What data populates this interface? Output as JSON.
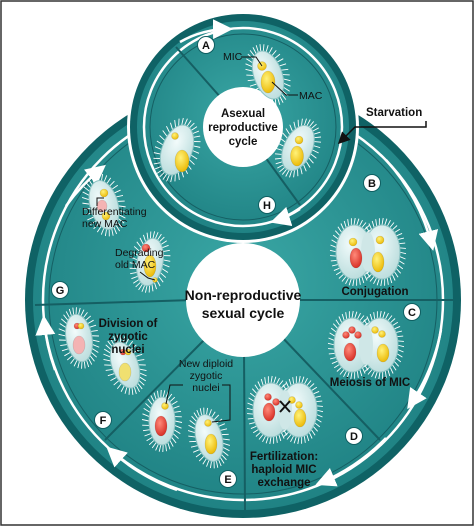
{
  "top_cycle": {
    "line1": "Asexual",
    "line2": "reproductive",
    "line3": "cycle"
  },
  "bottom_cycle": {
    "line1": "Non-reproductive",
    "line2": "sexual cycle"
  },
  "labels": {
    "starvation": "Starvation",
    "mic": "MIC",
    "mac": "MAC",
    "differentiating_1": "Differentiating",
    "differentiating_2": "new MAC",
    "degrading_1": "Degrading",
    "degrading_2": "old MAC",
    "conjugation": "Conjugation",
    "division_1": "Division of",
    "division_2": "zygotic",
    "division_3": "nuclei",
    "new_diploid_1": "New diploid",
    "new_diploid_2": "zygotic",
    "new_diploid_3": "nuclei",
    "meiosis": "Meiosis of MIC",
    "fertilization_1": "Fertilization:",
    "fertilization_2": "haploid MIC",
    "fertilization_3": "exchange"
  },
  "stages": [
    "A",
    "B",
    "C",
    "D",
    "E",
    "F",
    "G",
    "H"
  ],
  "colors": {
    "ring": "#1e8c8c",
    "ring_dark": "#0f5f62",
    "cell_fill": "#d8ecec",
    "cell_edge": "#7fb9b9",
    "mac": "#f3c20b",
    "mic": "#f0a700",
    "red": "#e8392e",
    "white": "#ffffff"
  }
}
